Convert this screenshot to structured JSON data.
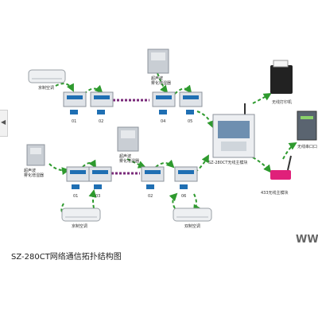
{
  "caption": "SZ-280CT网络通信拓扑结构图",
  "watermark": "WW",
  "labels": {
    "ac_top": "京制空调",
    "humidifier_top": "超声波\n雾化增湿器",
    "humidifier_left": "超声波\n雾化增湿器",
    "humidifier_mid": "超声波\n雾化增湿器",
    "main_module": "SZ-280CT无线主模块",
    "printer": "无线打印机",
    "port": "无线串口口",
    "wireless_433": "433无线主模块",
    "ac_bottom_mid": "京制空调",
    "ac_bottom_right": "双制空调"
  },
  "node_tags": {
    "top": [
      "01",
      "02",
      "04",
      "05"
    ],
    "bottom": [
      "01",
      "03",
      "02",
      "06"
    ]
  },
  "colors": {
    "arrow": "#2e9a2e",
    "device": "#d9dde3",
    "screen": "#1f6fb3",
    "accent": "#7a2a7a",
    "router": "#e0207a"
  },
  "side_tab_icon": "chevron-left-icon"
}
